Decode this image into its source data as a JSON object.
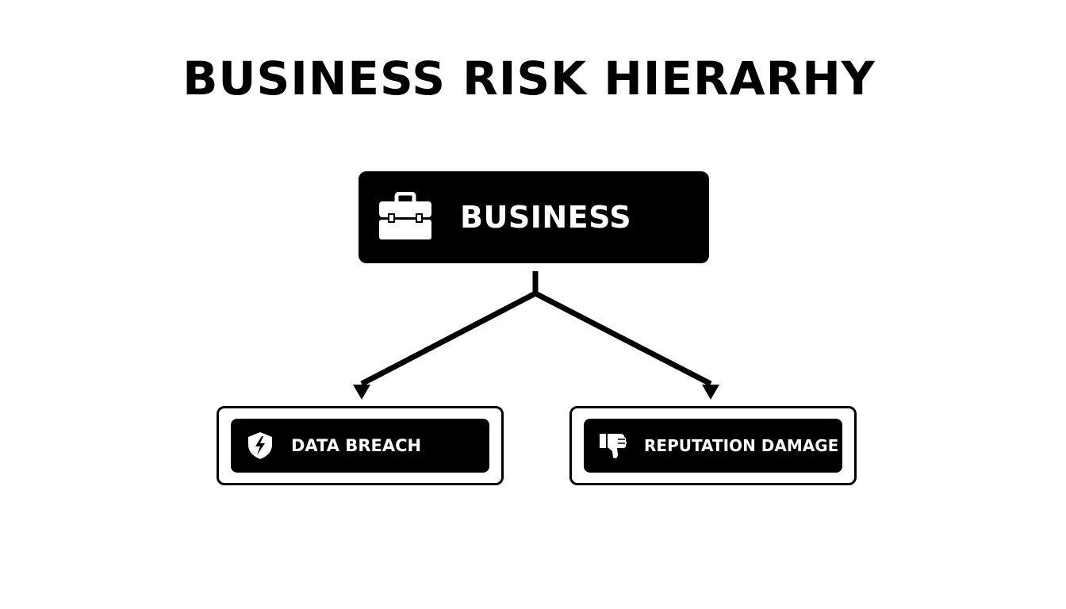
{
  "title": "BUSINESS RISK HIERARHY",
  "root": {
    "label": "BUSINESS",
    "icon": "briefcase-icon"
  },
  "children": [
    {
      "label": "DATA BREACH",
      "icon": "broken-shield-icon"
    },
    {
      "label": "REPUTATION DAMAGE",
      "icon": "thumbs-down-icon"
    }
  ],
  "colors": {
    "node_fill": "#000000",
    "node_text": "#ffffff",
    "background": "#ffffff"
  }
}
